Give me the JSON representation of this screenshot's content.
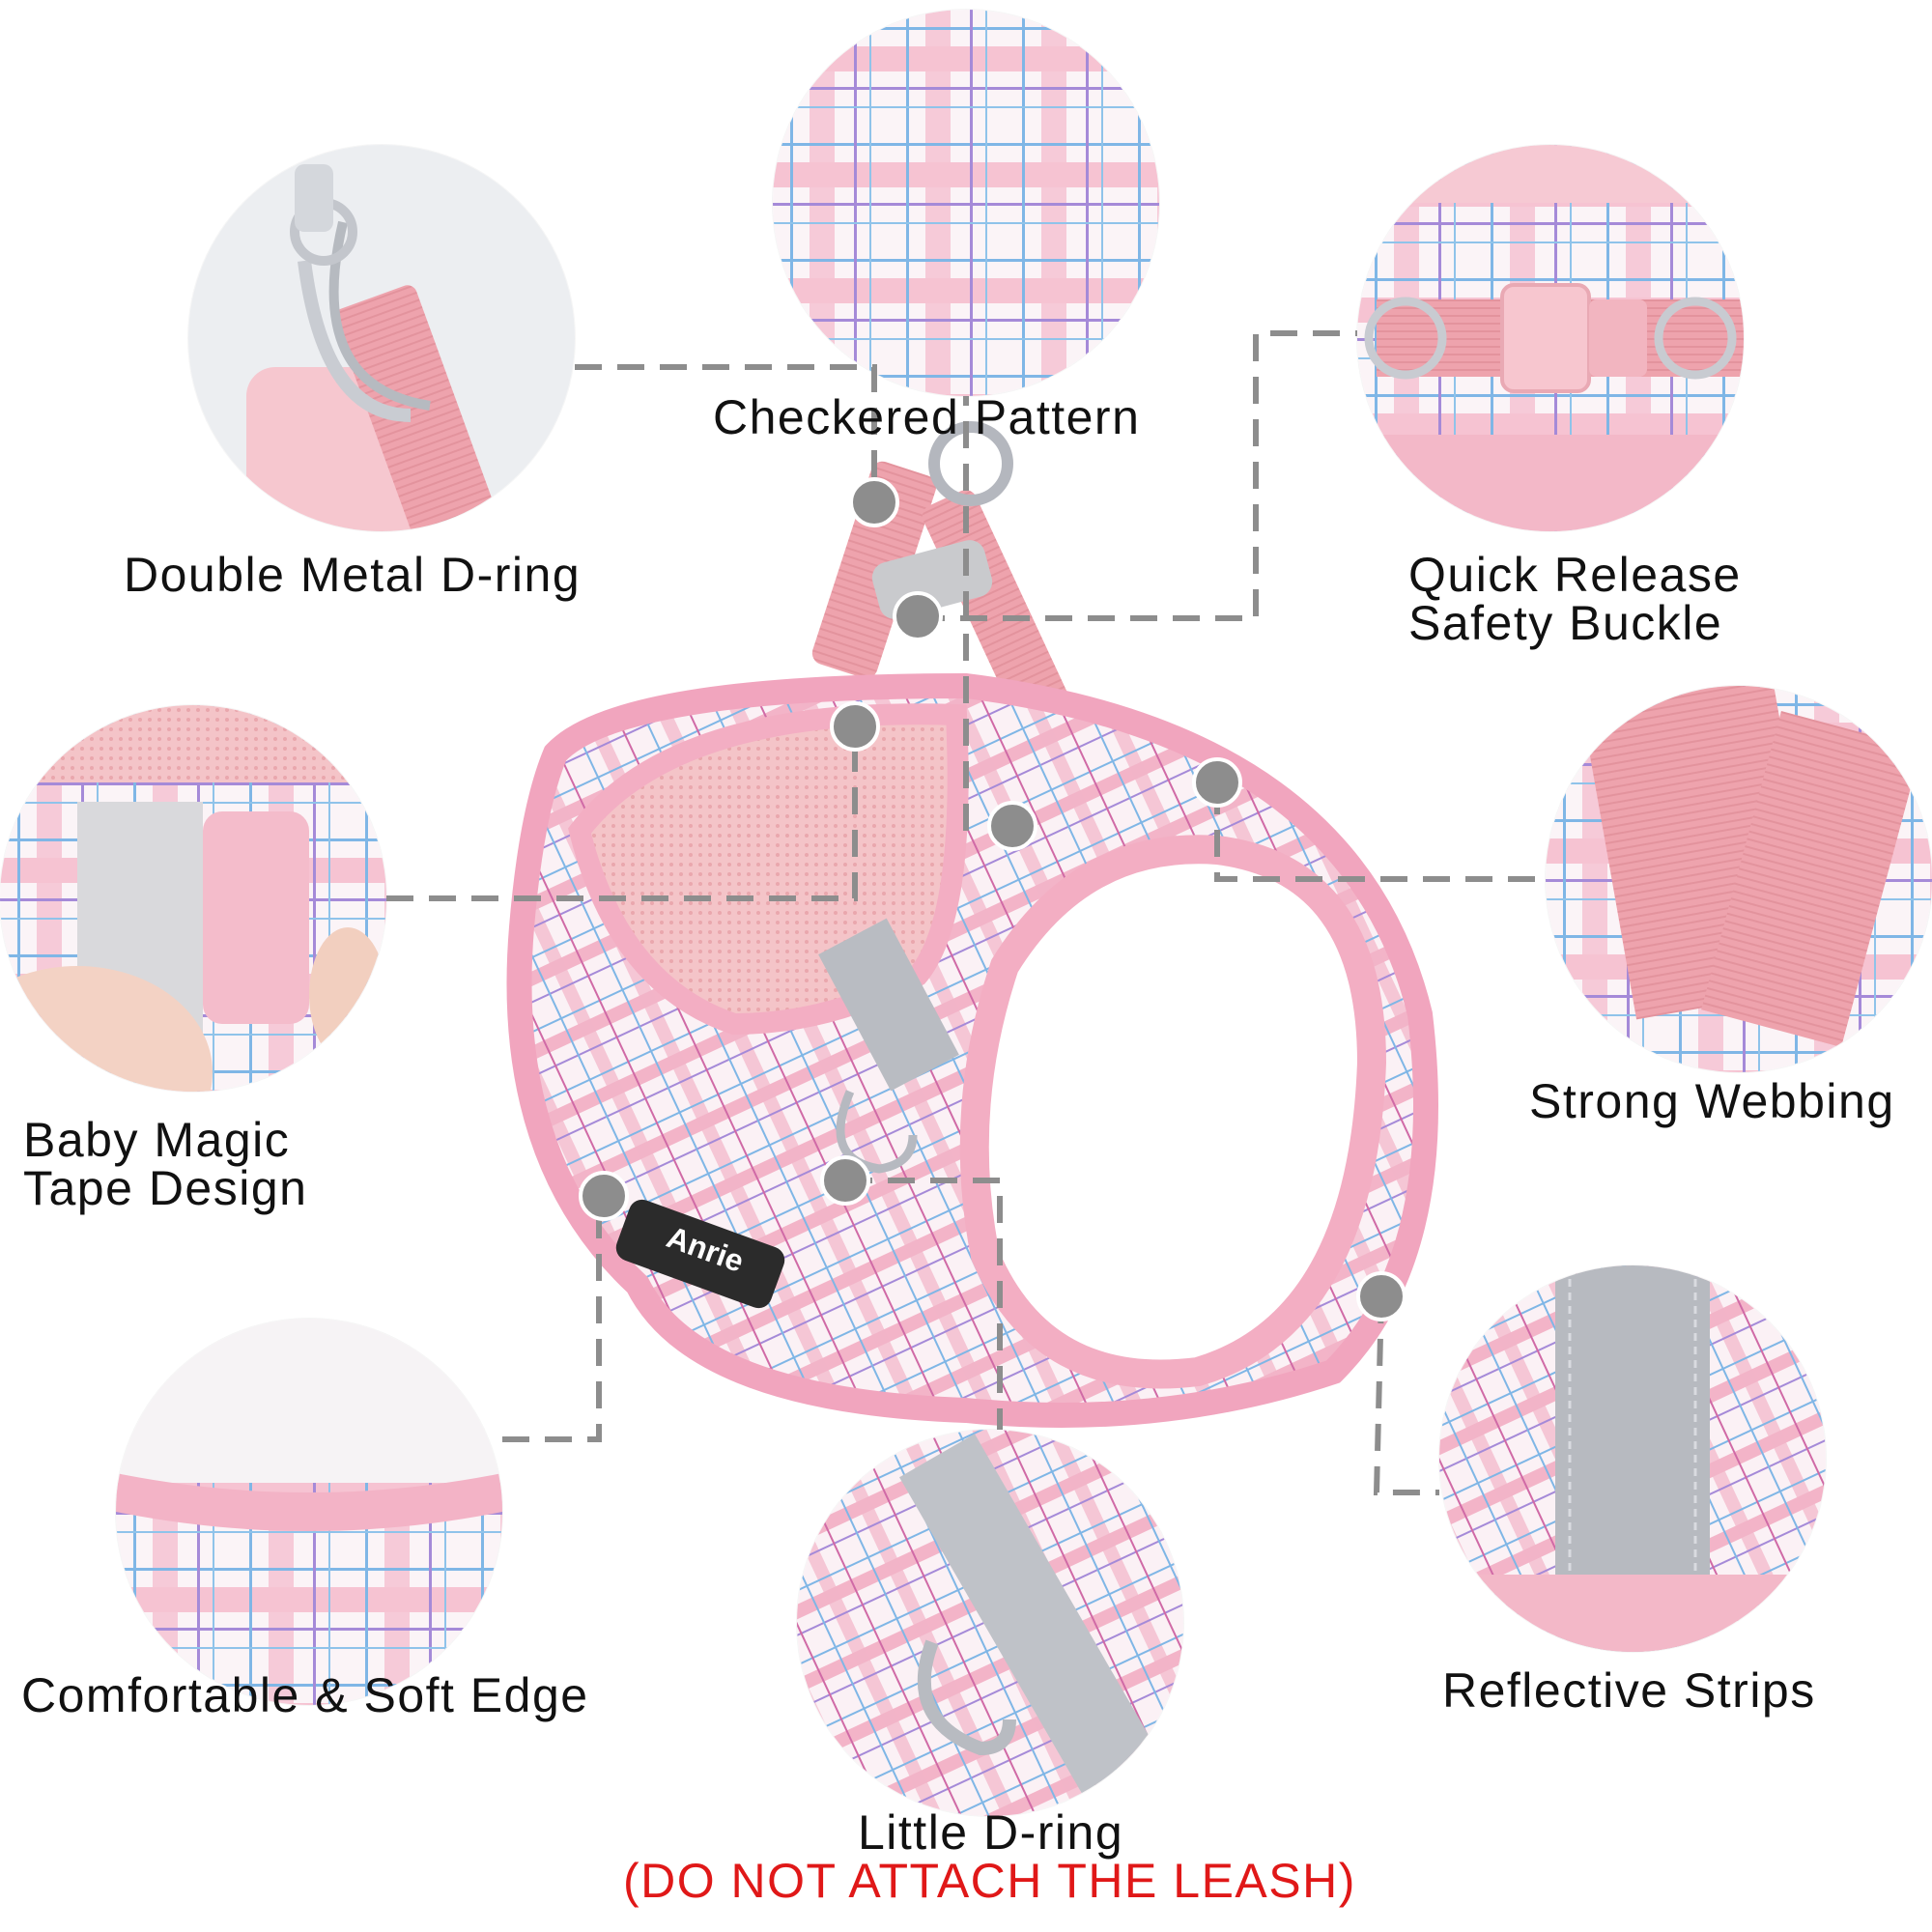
{
  "features": {
    "checkered_pattern": "Checkered Pattern",
    "double_metal_d_ring": "Double Metal D-ring",
    "quick_release_line1": "Quick Release",
    "quick_release_line2": "Safety Buckle",
    "baby_magic_line1": "Baby Magic",
    "baby_magic_line2": "Tape Design",
    "strong_webbing": "Strong Webbing",
    "comfortable_soft_edge": "Comfortable & Soft Edge",
    "reflective_strips": "Reflective Strips",
    "little_d_ring": "Little D-ring",
    "little_d_ring_warning": "(DO NOT ATTACH THE LEASH)"
  },
  "brand_tag": "Anrie",
  "colors": {
    "harness_pink": "#f6c6d4",
    "trim_pink": "#f3a9c0",
    "plaid_blue": "#7fb6e6",
    "plaid_purple": "#a58ad8",
    "reflective_gray": "#b9bcc2",
    "connector_gray": "#8d8d8d",
    "warning_red": "#e01818"
  }
}
